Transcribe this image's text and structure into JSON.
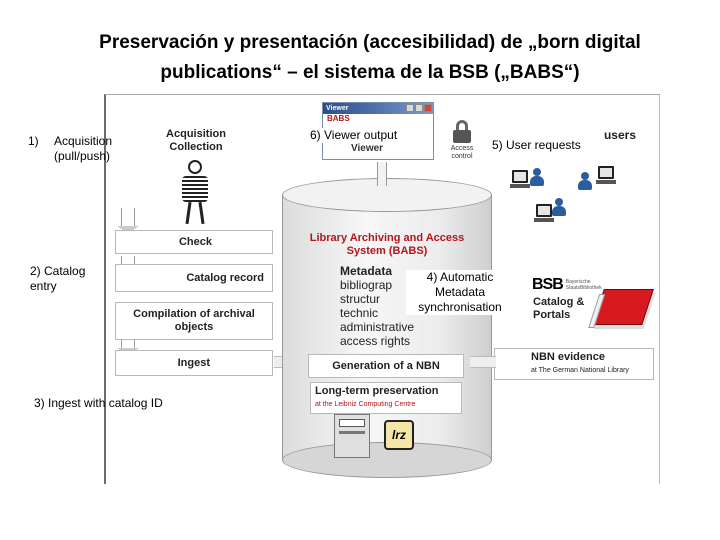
{
  "title": {
    "line1": "Preservación y presentación (accesibilidad) de „born digital",
    "line2": "publications“ – el sistema de la BSB („BABS“)"
  },
  "callouts": {
    "acq_num": "1)",
    "acq_text1": "Acquisition",
    "acq_text2": "(pull/push)",
    "catalog1": "2) Catalog",
    "catalog2": "entry",
    "ingest": "3) Ingest with catalog ID",
    "automatic1": "4) Automatic",
    "automatic2": "Metadata",
    "automatic3": "synchronisation",
    "user_requests": "5) User requests",
    "viewer_output": "6) Viewer output"
  },
  "steps": {
    "acquisition1": "Acquisition",
    "acquisition2": "Collection",
    "check": "Check",
    "catalog_record": "Catalog record",
    "compilation1": "Compilation of archival",
    "compilation2": "objects",
    "ingest": "Ingest"
  },
  "babs": {
    "name1": "Library Archiving and Access",
    "name2": "System (BABS)",
    "metadata_items": [
      "Metadata",
      "bibliograp",
      "structur",
      "technic",
      "administrative",
      "access rights"
    ],
    "nbn": "Generation of a NBN",
    "ltp1": "Long-term preservation",
    "ltp2": "at the Leibniz Computing Centre",
    "lrz": "lrz"
  },
  "right": {
    "users": "users",
    "catalog1": "Catalog &",
    "catalog2": "Portals",
    "bsb": "BSB",
    "bsb_small1": "Bayerische",
    "bsb_small2": "StaatsBibliothek",
    "nbn_evidence": "NBN evidence",
    "nbn_sub": "at The German National Library"
  },
  "viewer": {
    "titlebar": "Viewer",
    "babs": "BABS",
    "label": "Viewer",
    "access1": "Access",
    "access2": "control"
  }
}
